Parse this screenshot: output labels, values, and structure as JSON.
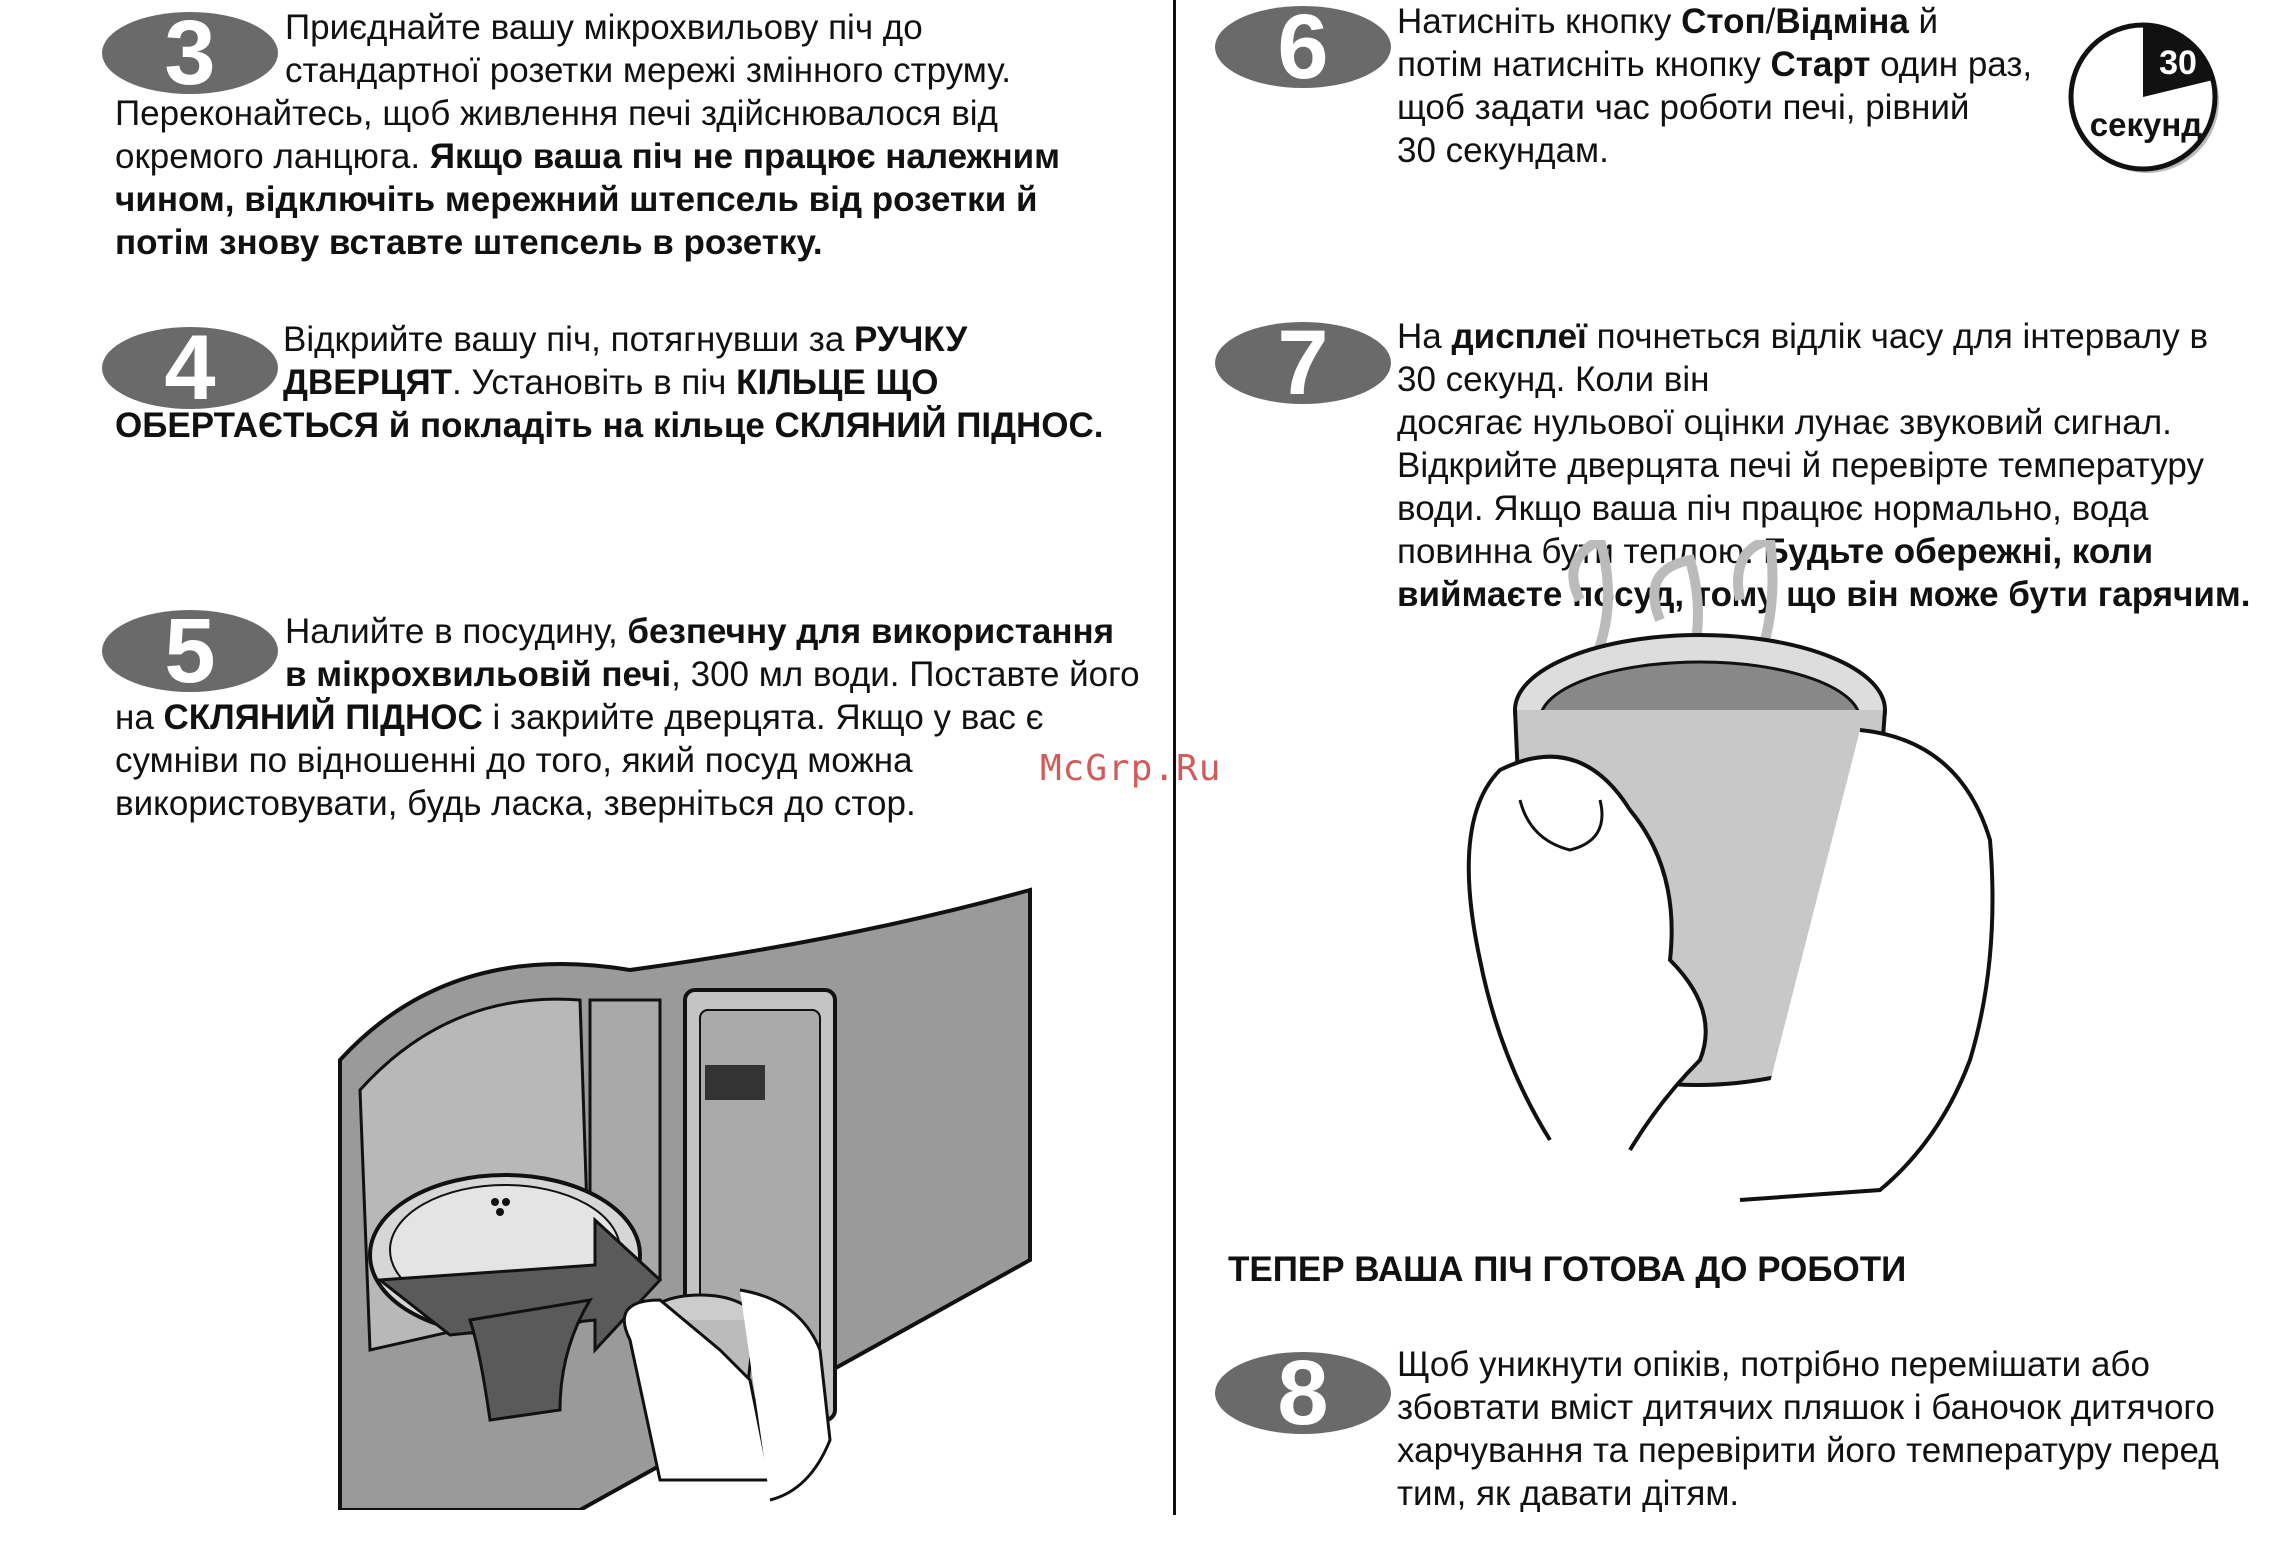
{
  "steps": {
    "s3": {
      "number": "3",
      "lines": [
        [
          {
            "t": "Приєднайте вашу мікрохвильову піч до",
            "b": false
          }
        ],
        [
          {
            "t": "стандартної розетки мережі змінного струму.",
            "b": false
          }
        ],
        [
          {
            "t": "Переконайтесь, щоб живлення печі здійснювалося від",
            "b": false
          }
        ],
        [
          {
            "t": "окремого ланцюга. ",
            "b": false
          },
          {
            "t": "Якщо ваша піч не працює належним",
            "b": true
          }
        ],
        [
          {
            "t": "чином, відключіть мережний штепсель від розетки й",
            "b": true
          }
        ],
        [
          {
            "t": "потім знову вставте штепсель в розетку.",
            "b": true
          }
        ]
      ]
    },
    "s4": {
      "number": "4",
      "lines": [
        [
          {
            "t": "Відкрийте вашу піч, потягнувши за ",
            "b": false
          },
          {
            "t": "РУЧКУ",
            "b": true
          }
        ],
        [
          {
            "t": "ДВЕРЦЯТ",
            "b": true
          },
          {
            "t": ". Установіть в піч ",
            "b": false
          },
          {
            "t": "КІЛЬЦЕ ЩО",
            "b": true
          }
        ],
        [
          {
            "t": "ОБЕРТАЄТЬСЯ й покладіть на кільце СКЛЯНИЙ ПІДНОС.",
            "b": true
          }
        ]
      ]
    },
    "s5": {
      "number": "5",
      "lines": [
        [
          {
            "t": "Налийте в посудину, ",
            "b": false
          },
          {
            "t": "безпечну для використання",
            "b": true
          }
        ],
        [
          {
            "t": "в мікрохвильовій печі",
            "b": true
          },
          {
            "t": ", 300 мл води. Поставте його",
            "b": false
          }
        ],
        [
          {
            "t": "на ",
            "b": false
          },
          {
            "t": "СКЛЯНИЙ ПІДНОС",
            "b": true
          },
          {
            "t": "  і закрийте дверцята. Якщо у вас є",
            "b": false
          }
        ],
        [
          {
            "t": "сумніви по відношенні до того, який посуд можна",
            "b": false
          }
        ],
        [
          {
            "t": "використовувати, будь ласка, зверніться до стор.",
            "b": false
          }
        ]
      ]
    },
    "s6": {
      "number": "6",
      "lines": [
        [
          {
            "t": "Натисніть кнопку ",
            "b": false
          },
          {
            "t": "Стоп",
            "b": true
          },
          {
            "t": "/",
            "b": false
          },
          {
            "t": "Відміна",
            "b": true
          },
          {
            "t": " й",
            "b": false
          }
        ],
        [
          {
            "t": "потім натисніть кнопку ",
            "b": false
          },
          {
            "t": "Старт",
            "b": true
          },
          {
            "t": " один раз,",
            "b": false
          }
        ],
        [
          {
            "t": "щоб задати час роботи печі, рівний",
            "b": false
          }
        ],
        [
          {
            "t": "30 секундам.",
            "b": false
          }
        ]
      ]
    },
    "s7": {
      "number": "7",
      "lines": [
        [
          {
            "t": "На ",
            "b": false
          },
          {
            "t": "дисплеї",
            "b": true
          },
          {
            "t": " почнеться відлік часу для інтервалу в",
            "b": false
          }
        ],
        [
          {
            "t": "30 секунд. Коли він",
            "b": false
          }
        ],
        [
          {
            "t": "досягає нульової оцінки лунає звуковий сигнал.",
            "b": false
          }
        ],
        [
          {
            "t": "Відкрийте дверцята печі й перевірте температуру",
            "b": false
          }
        ],
        [
          {
            "t": "води. Якщо ваша піч працює нормально, вода",
            "b": false
          }
        ],
        [
          {
            "t": "повинна бути теплою. ",
            "b": false
          },
          {
            "t": "Будьте обережні, коли",
            "b": true
          }
        ],
        [
          {
            "t": "виймаєте посуд, тому що він може бути гарячим.",
            "b": true
          }
        ]
      ]
    },
    "s8": {
      "number": "8",
      "lines": [
        [
          {
            "t": "Щоб уникнути опіків, потрібно перемішати або",
            "b": false
          }
        ],
        [
          {
            "t": "збовтати вміст дитячих пляшок і баночок дитячого",
            "b": false
          }
        ],
        [
          {
            "t": "харчування та перевірити його температуру перед",
            "b": false
          }
        ],
        [
          {
            "t": "тим, як давати дітям.",
            "b": false
          }
        ]
      ]
    }
  },
  "timer": {
    "value": "30",
    "unit": "секунд"
  },
  "ready_heading": "ТЕПЕР ВАША ПІЧ ГОТОВА ДО РОБОТИ",
  "watermark": "McGrp.Ru",
  "colors": {
    "badge": "#6a6a6a",
    "ink": "#111111",
    "watermark": "#d35a5a",
    "arrow": "#5a5a5a"
  }
}
